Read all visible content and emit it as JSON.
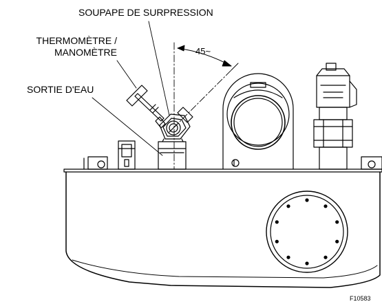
{
  "labels": {
    "relief_valve": "SOUPAPE DE SURPRESSION",
    "thermo_line1": "THERMOMÈTRE /",
    "thermo_line2": "MANOMÈTRE",
    "water_outlet": "SORTIE D'EAU",
    "angle": "45~"
  },
  "figure_id": "F10583",
  "colors": {
    "line": "#000000",
    "background": "#ffffff"
  }
}
